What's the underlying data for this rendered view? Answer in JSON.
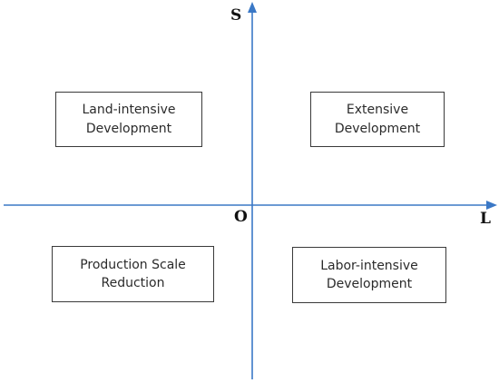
{
  "axes": {
    "vertical_label": "S",
    "horizontal_label": "L",
    "origin_label": "O",
    "color": "#3a78c6"
  },
  "quadrants": {
    "top_left": {
      "line1": "Land-intensive",
      "line2": "Development"
    },
    "top_right": {
      "line1": "Extensive",
      "line2": "Development"
    },
    "bottom_left": {
      "line1": "Production Scale",
      "line2": "Reduction"
    },
    "bottom_right": {
      "line1": "Labor-intensive",
      "line2": "Development"
    }
  }
}
